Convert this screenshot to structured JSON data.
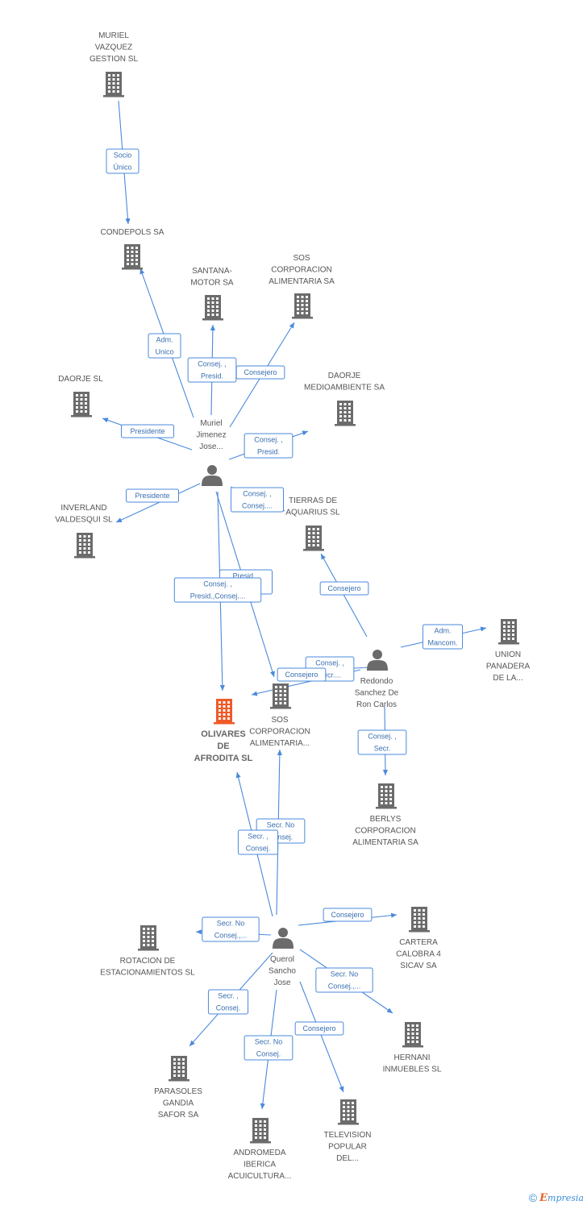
{
  "colors": {
    "edge": "#4a89dc",
    "company": "#6b6b6b",
    "main_company": "#f05a28",
    "person": "#6b6b6b"
  },
  "nodes": [
    {
      "id": "muriel_vazquez",
      "type": "company",
      "lines": [
        "MURIEL",
        "VAZQUEZ",
        "GESTION  SL"
      ]
    },
    {
      "id": "condepols",
      "type": "company",
      "lines": [
        "CONDEPOLS SA"
      ]
    },
    {
      "id": "santana",
      "type": "company",
      "lines": [
        "SANTANA-",
        "MOTOR SA"
      ]
    },
    {
      "id": "sos_top",
      "type": "company",
      "lines": [
        "SOS",
        "CORPORACION",
        "ALIMENTARIA SA"
      ]
    },
    {
      "id": "daorje",
      "type": "company",
      "lines": [
        "DAORJE SL"
      ]
    },
    {
      "id": "daorje_med",
      "type": "company",
      "lines": [
        "DAORJE",
        "MEDIOAMBIENTE SA"
      ]
    },
    {
      "id": "muriel_jimenez",
      "type": "person",
      "lines": [
        "Muriel",
        "Jimenez",
        "Jose..."
      ]
    },
    {
      "id": "inverland",
      "type": "company",
      "lines": [
        "INVERLAND",
        "VALDESQUI SL"
      ]
    },
    {
      "id": "tierras",
      "type": "company",
      "lines": [
        "TIERRAS DE",
        "AQUARIUS SL"
      ]
    },
    {
      "id": "union",
      "type": "company",
      "lines": [
        "UNION",
        "PANADERA",
        "DE LA..."
      ]
    },
    {
      "id": "redondo",
      "type": "person",
      "lines": [
        "Redondo",
        "Sanchez De",
        "Ron Carlos"
      ]
    },
    {
      "id": "olivares",
      "type": "main",
      "lines": [
        "OLIVARES",
        "DE",
        "AFRODITA SL"
      ]
    },
    {
      "id": "sos_mid",
      "type": "company",
      "lines": [
        "SOS",
        "CORPORACION",
        "ALIMENTARIA..."
      ]
    },
    {
      "id": "berlys",
      "type": "company",
      "lines": [
        "BERLYS",
        "CORPORACION",
        "ALIMENTARIA SA"
      ]
    },
    {
      "id": "rotacion",
      "type": "company",
      "lines": [
        "ROTACION DE",
        "ESTACIONAMIENTOS SL"
      ]
    },
    {
      "id": "querol",
      "type": "person",
      "lines": [
        "Querol",
        "Sancho",
        "Jose"
      ]
    },
    {
      "id": "cartera",
      "type": "company",
      "lines": [
        "CARTERA",
        "CALOBRA 4",
        "SICAV SA"
      ]
    },
    {
      "id": "hernani",
      "type": "company",
      "lines": [
        "HERNANI",
        "INMUEBLES SL"
      ]
    },
    {
      "id": "parasoles",
      "type": "company",
      "lines": [
        "PARASOLES",
        "GANDIA",
        "SAFOR SA"
      ]
    },
    {
      "id": "andromeda",
      "type": "company",
      "lines": [
        "ANDROMEDA",
        "IBERICA",
        "ACUICULTURA..."
      ]
    },
    {
      "id": "television",
      "type": "company",
      "lines": [
        "TELEVISION",
        "POPULAR",
        "DEL..."
      ]
    }
  ],
  "edges": [
    {
      "from": "muriel_vazquez",
      "to": "condepols",
      "lines": [
        "Socio",
        "Único"
      ]
    },
    {
      "from": "muriel_jimenez",
      "to": "condepols",
      "lines": [
        "Adm.",
        "Unico"
      ]
    },
    {
      "from": "muriel_jimenez",
      "to": "santana",
      "lines": [
        "Consej. ,",
        "Presid."
      ]
    },
    {
      "from": "muriel_jimenez",
      "to": "sos_top",
      "lines": [
        "Consejero"
      ]
    },
    {
      "from": "muriel_jimenez",
      "to": "daorje",
      "lines": [
        "Presidente"
      ]
    },
    {
      "from": "muriel_jimenez",
      "to": "daorje_med",
      "lines": [
        "Consej. ,",
        "Presid."
      ]
    },
    {
      "from": "muriel_jimenez",
      "to": "inverland",
      "lines": [
        "Presidente"
      ]
    },
    {
      "from": "muriel_jimenez",
      "to": "tierras",
      "lines": [
        "Consej. ,",
        "Consej...."
      ]
    },
    {
      "from": "muriel_jimenez",
      "to": "sos_mid",
      "lines": [
        "Presid. ,",
        "Consej...."
      ]
    },
    {
      "from": "muriel_jimenez",
      "to": "olivares",
      "lines": [
        "Consej. ,",
        "Presid.,Consej...."
      ]
    },
    {
      "from": "redondo",
      "to": "tierras",
      "lines": [
        "Consejero"
      ]
    },
    {
      "from": "redondo",
      "to": "union",
      "lines": [
        "Adm.",
        "Mancom."
      ]
    },
    {
      "from": "redondo",
      "to": "sos_mid",
      "lines": [
        "Consej. ,",
        "Secr...."
      ]
    },
    {
      "from": "redondo",
      "to": "olivares",
      "lines": [
        "Consejero"
      ]
    },
    {
      "from": "redondo",
      "to": "berlys",
      "lines": [
        "Consej. ,",
        "Secr."
      ]
    },
    {
      "from": "querol",
      "to": "sos_mid",
      "lines": [
        "Secr.  No",
        "Consej."
      ]
    },
    {
      "from": "querol",
      "to": "olivares",
      "lines": [
        "Secr. ,",
        "Consej."
      ]
    },
    {
      "from": "querol",
      "to": "rotacion",
      "lines": [
        "Secr.  No",
        "Consej.,..."
      ]
    },
    {
      "from": "querol",
      "to": "cartera",
      "lines": [
        "Consejero"
      ]
    },
    {
      "from": "querol",
      "to": "hernani",
      "lines": [
        "Secr.  No",
        "Consej.,..."
      ]
    },
    {
      "from": "querol",
      "to": "parasoles",
      "lines": [
        "Secr. ,",
        "Consej."
      ]
    },
    {
      "from": "querol",
      "to": "andromeda",
      "lines": [
        "Secr.  No",
        "Consej."
      ]
    },
    {
      "from": "querol",
      "to": "television",
      "lines": [
        "Consejero"
      ]
    }
  ],
  "footer": {
    "copyright": "©",
    "brand_initial": "E",
    "brand_rest": "mpresia"
  }
}
